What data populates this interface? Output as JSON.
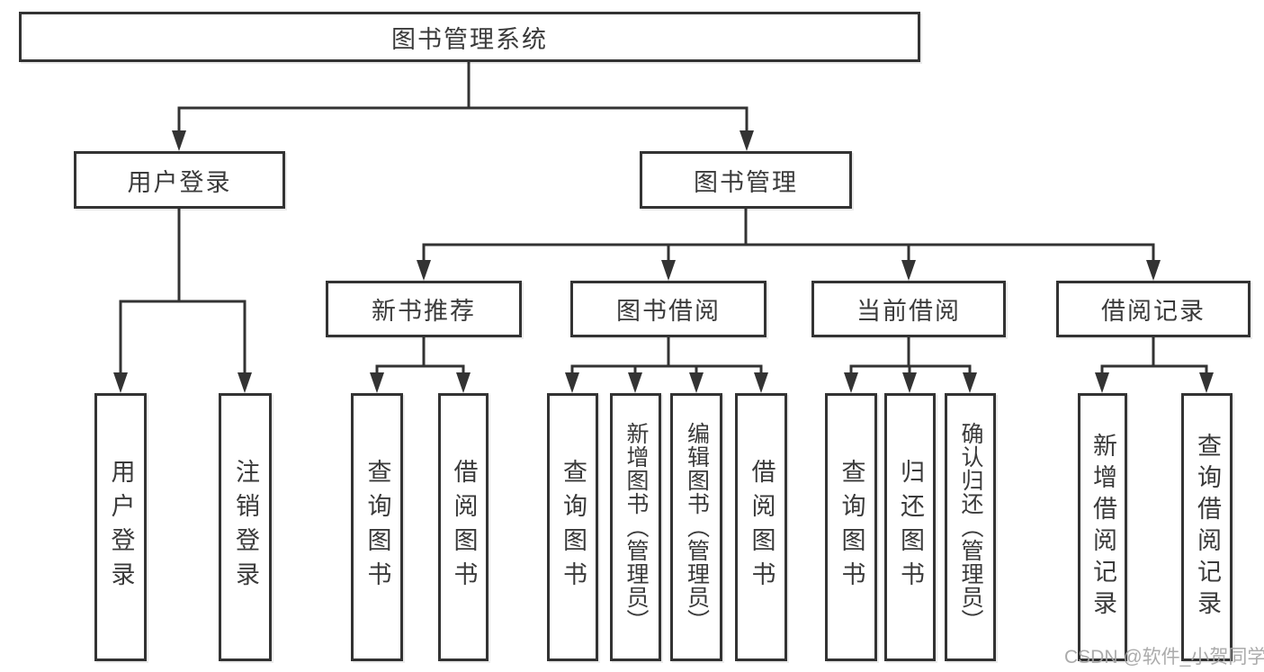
{
  "tree": {
    "root": {
      "label": "图书管理系统",
      "children": [
        {
          "label": "用户登录",
          "children": [
            {
              "label": "用户登录"
            },
            {
              "label": "注销登录"
            }
          ]
        },
        {
          "label": "图书管理",
          "children": [
            {
              "label": "新书推荐",
              "children": [
                {
                  "label": "查询图书"
                },
                {
                  "label": "借阅图书"
                }
              ]
            },
            {
              "label": "图书借阅",
              "children": [
                {
                  "label": "查询图书"
                },
                {
                  "label": "新增图书（管理员）"
                },
                {
                  "label": "编辑图书（管理员）"
                },
                {
                  "label": "借阅图书"
                }
              ]
            },
            {
              "label": "当前借阅",
              "children": [
                {
                  "label": "查询图书"
                },
                {
                  "label": "归还图书"
                },
                {
                  "label": "确认归还（管理员）"
                }
              ]
            },
            {
              "label": "借阅记录",
              "children": [
                {
                  "label": "新增借阅记录"
                },
                {
                  "label": "查询借阅记录"
                }
              ]
            }
          ]
        }
      ]
    }
  },
  "watermark": {
    "text": "CSDN @软件_小贺同学"
  },
  "colors": {
    "line": "#333333",
    "text": "#3a3a3a",
    "watermark": "#a4a4a4"
  }
}
